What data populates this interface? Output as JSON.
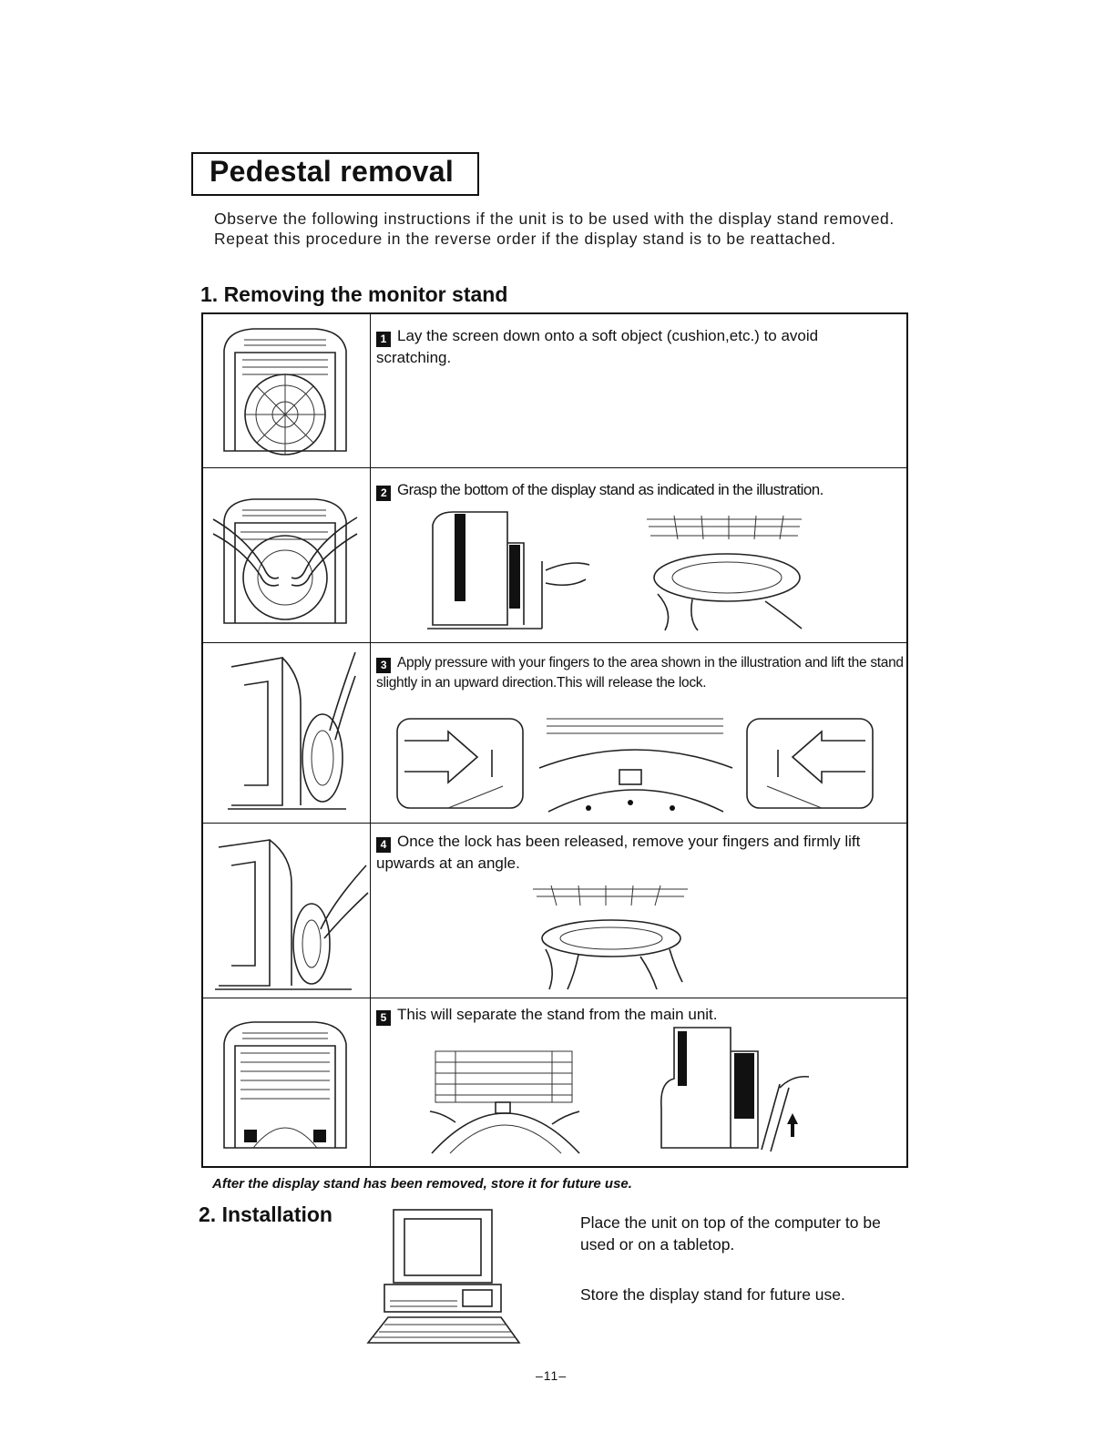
{
  "title": "Pedestal removal",
  "intro": "Observe the following instructions if the unit is to be used with the display stand removed. Repeat this procedure in the reverse order if the display stand is to be reattached.",
  "section1": {
    "heading": "1. Removing the monitor stand"
  },
  "steps": [
    {
      "num": "1",
      "text": "Lay the screen  down onto a soft object (cushion,etc.) to avoid scratching."
    },
    {
      "num": "2",
      "text": "Grasp the bottom of the display stand as indicated in the illustration."
    },
    {
      "num": "3",
      "text": "Apply pressure with your fingers to the area shown in the illustration and lift the stand slightly in an upward direction.This will release the lock."
    },
    {
      "num": "4",
      "text": "Once the lock has been released, remove your fingers and firmly lift upwards at an angle."
    },
    {
      "num": "5",
      "text": "This will separate the stand from the main unit."
    }
  ],
  "after_note": "After the display stand has been removed, store it for future use.",
  "section2": {
    "heading": "2. Installation",
    "text1": "Place the unit on top of the computer to be used or on a tabletop.",
    "text2": "Store the display stand for future use."
  },
  "page_number": "–11–"
}
